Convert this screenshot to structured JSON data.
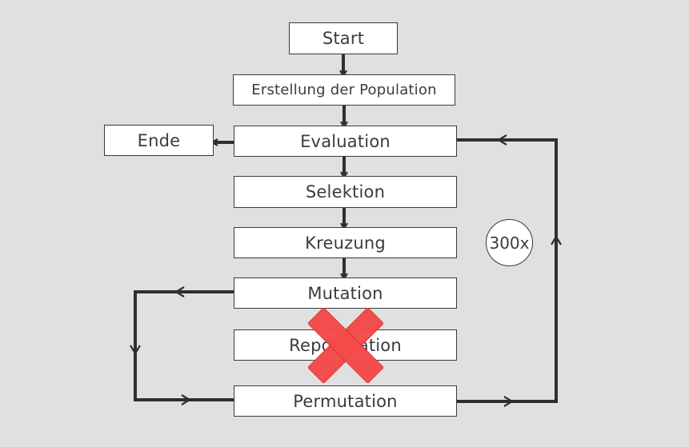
{
  "nodes": {
    "start": "Start",
    "erstellung": "Erstellung der Population",
    "evaluation": "Evaluation",
    "ende": "Ende",
    "selektion": "Selektion",
    "kreuzung": "Kreuzung",
    "mutation": "Mutation",
    "repopulation": "Repopulation",
    "permutation": "Permutation"
  },
  "loop_count": "300x",
  "colors": {
    "background": "#e0e0e0",
    "box_fill": "#ffffff",
    "line": "#2f2f2f",
    "cross": "#f44a4a"
  },
  "icons": {
    "cross": "red-x-cross-icon"
  }
}
